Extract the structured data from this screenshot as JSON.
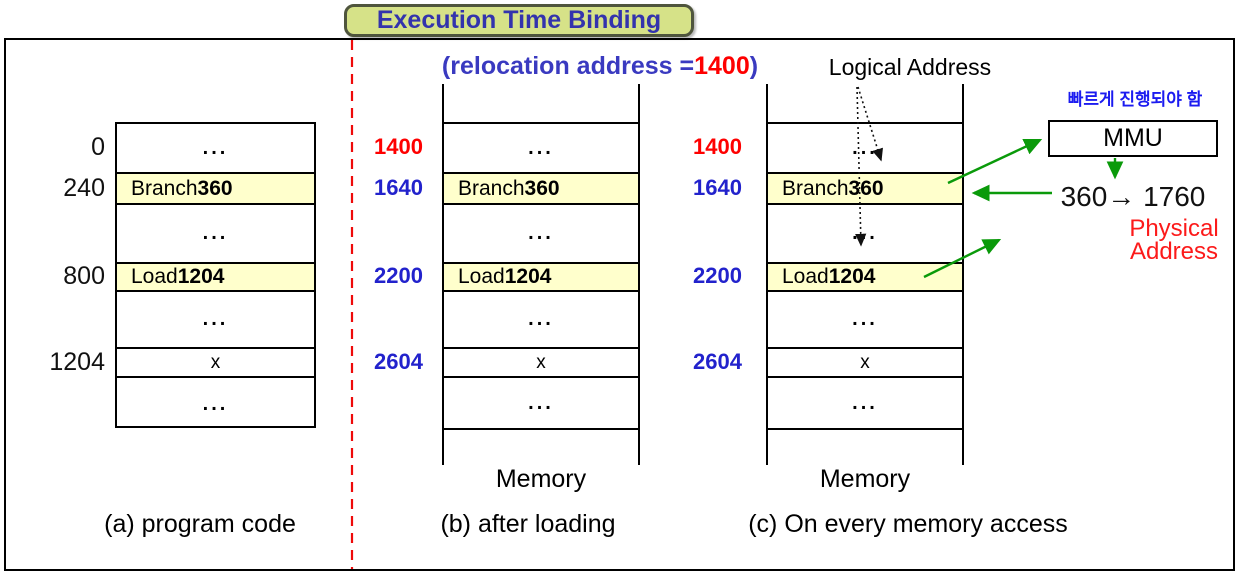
{
  "title": "Execution Time Binding",
  "relocation": {
    "prefix": "(relocation address = ",
    "value": "1400",
    "suffix": ")"
  },
  "labels": {
    "logical_address": "Logical Address",
    "korean_note": "빠르게 진행되야 함",
    "mmu": "MMU",
    "translation": "360→ 1760",
    "physical_line1": "Physical",
    "physical_line2": "Address",
    "memory": "Memory"
  },
  "captions": {
    "a": "(a) program code",
    "b": "(b) after loading",
    "c": "(c) On every memory access"
  },
  "columns": {
    "a": {
      "addresses": [
        "0",
        "240",
        "800",
        "1204"
      ]
    },
    "b": {
      "addresses": [
        "1400",
        "1640",
        "2200",
        "2604"
      ]
    },
    "c": {
      "addresses": [
        "1400",
        "1640",
        "2200",
        "2604"
      ]
    }
  },
  "rows": [
    {
      "t": "...",
      "b": ""
    },
    {
      "t": "Branch ",
      "b": "360"
    },
    {
      "t": "...",
      "b": ""
    },
    {
      "t": "Load ",
      "b": "1204"
    },
    {
      "t": "...",
      "b": ""
    },
    {
      "t": "x",
      "b": ""
    },
    {
      "t": "...",
      "b": ""
    }
  ],
  "colors": {
    "accent_blue": "#3333ad",
    "address_blue": "#2222cc",
    "red": "#fe0000",
    "arrow_green": "#0a9a0a",
    "highlight_yellow": "#ffffcc",
    "title_background": "#d6e288"
  }
}
